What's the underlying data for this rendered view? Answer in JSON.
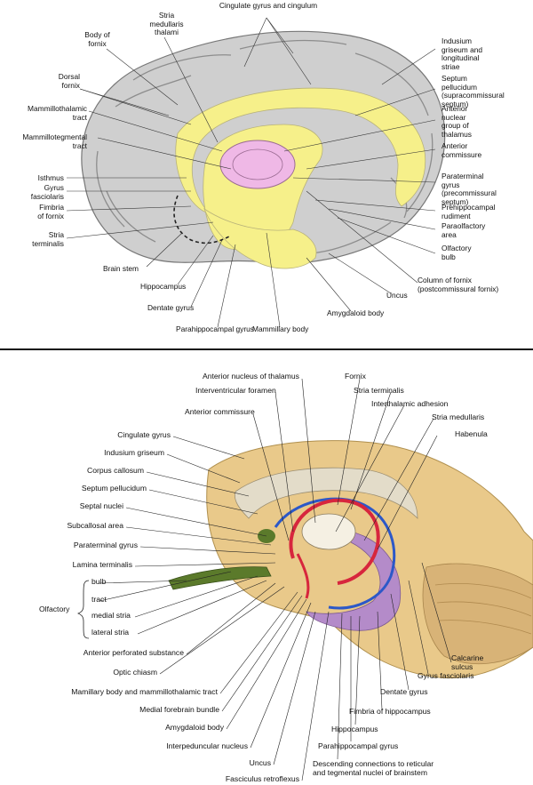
{
  "top_diagram": {
    "labels": {
      "cingulate": "Cingulate gyrus and cingulum",
      "stria_medullaris": "Stria\nmedullaris\nthalami",
      "body_fornix": "Body of\nfornix",
      "dorsal_fornix": "Dorsal\nfornix",
      "mammillothalamic": "Mammillothalamic\ntract",
      "mammillotegmental": "Mammillotegmental\ntract",
      "isthmus": "Isthmus",
      "gyrus_fasciolaris": "Gyrus\nfasciolaris",
      "fimbria": "Fimbria\nof fornix",
      "stria_terminalis": "Stria\nterminalis",
      "brain_stem": "Brain stem",
      "hippocampus": "Hippocampus",
      "dentate": "Dentate gyrus",
      "parahippocampal": "Parahippocampal gyrus",
      "mammillary": "Mammillary body",
      "amygdaloid": "Amygdaloid body",
      "uncus": "Uncus",
      "column_fornix": "Column of fornix\n(postcommissural fornix)",
      "olfactory_bulb": "Olfactory\nbulb",
      "paraolfactory": "Paraolfactory\narea",
      "prehippocampal": "Prehippocampal\nrudiment",
      "paraterminal": "Paraterminal\ngyrus\n(precommissural\nseptum)",
      "anterior_commissure": "Anterior\ncommissure",
      "anterior_nuclear": "Anterior\nnuclear\ngroup of\nthalamus",
      "septum": "Septum\npellucidum\n(supracommissural septum)",
      "indusium": "Indusium\ngriseum and\nlongitudinal\nstriae"
    }
  },
  "bottom_diagram": {
    "labels": {
      "anterior_nucleus": "Anterior nucleus of thalamus",
      "fornix": "Fornix",
      "interventricular": "Interventricular foramen",
      "stria_terminalis": "Stria terminalis",
      "interthalamic": "Interthalamic adhesion",
      "anterior_commissure": "Anterior commissure",
      "stria_medullaris": "Stria medullaris",
      "habenula": "Habenula",
      "cingulate": "Cingulate gyrus",
      "indusium": "Indusium griseum",
      "corpus_callosum": "Corpus callosum",
      "septum": "Septum pellucidum",
      "septal_nuclei": "Septal nuclei",
      "subcallosal": "Subcallosal area",
      "paraterminal": "Paraterminal gyrus",
      "lamina": "Lamina terminalis",
      "olfactory": "Olfactory",
      "bulb": "bulb",
      "tract": "tract",
      "medial_stria": "medial stria",
      "lateral_stria": "lateral stria",
      "anterior_perforated": "Anterior perforated substance",
      "optic_chiasm": "Optic chiasm",
      "mamillary_body": "Mamillary body and mammillothalamic tract",
      "medial_forebrain": "Medial forebrain bundle",
      "amygdaloid": "Amygdaloid body",
      "interpeduncular": "Interpeduncular nucleus",
      "uncus": "Uncus",
      "fasciculus": "Fasciculus retroflexus",
      "descending": "Descending connections to reticular\nand tegmental nuclei of brainstem",
      "parahippocampal": "Parahippocampal gyrus",
      "hippocampus": "Hippocampus",
      "fimbria": "Fimbria of hippocampus",
      "dentate": "Dentate gyrus",
      "gyrus_fasciolaris": "Gyrus fasciolaris",
      "calcarine": "Calcarine\nsulcus"
    }
  },
  "colors": {
    "limbic_yellow": "#f6f08a",
    "gray_cortex": "#c9c9c9",
    "fornix_red": "#d7263d",
    "stria_blue": "#2c58c8",
    "purple": "#b48bc9",
    "tan": "#e9c98a"
  }
}
